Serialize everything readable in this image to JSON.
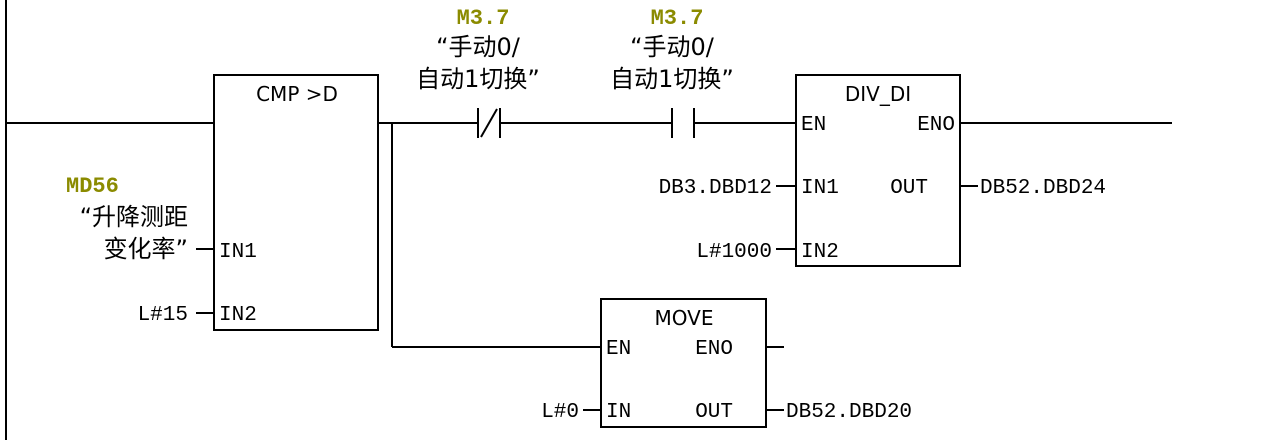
{
  "colors": {
    "address": "#8b8b00",
    "wire": "#000000"
  },
  "md56": {
    "address": "MD56",
    "symbol_line1": "“升降测距",
    "symbol_line2": "变化率”"
  },
  "m37_nc": {
    "address": "M3.7",
    "symbol_line1": "“手动0/",
    "symbol_line2": "自动1切换”"
  },
  "m37_no": {
    "address": "M3.7",
    "symbol_line1": "“手动0/",
    "symbol_line2": "自动1切换”"
  },
  "cmp": {
    "title": "CMP >D",
    "in1": "IN1",
    "in2": "IN2",
    "in2_value": "L#15"
  },
  "div": {
    "title": "DIV_DI",
    "en": "EN",
    "eno": "ENO",
    "in1": "IN1",
    "in2": "IN2",
    "out": "OUT",
    "in1_value": "DB3.DBD12",
    "in2_value": "L#1000",
    "out_value": "DB52.DBD24"
  },
  "move": {
    "title": "MOVE",
    "en": "EN",
    "eno": "ENO",
    "in": "IN",
    "out": "OUT",
    "in_value": "L#0",
    "out_value": "DB52.DBD20"
  }
}
